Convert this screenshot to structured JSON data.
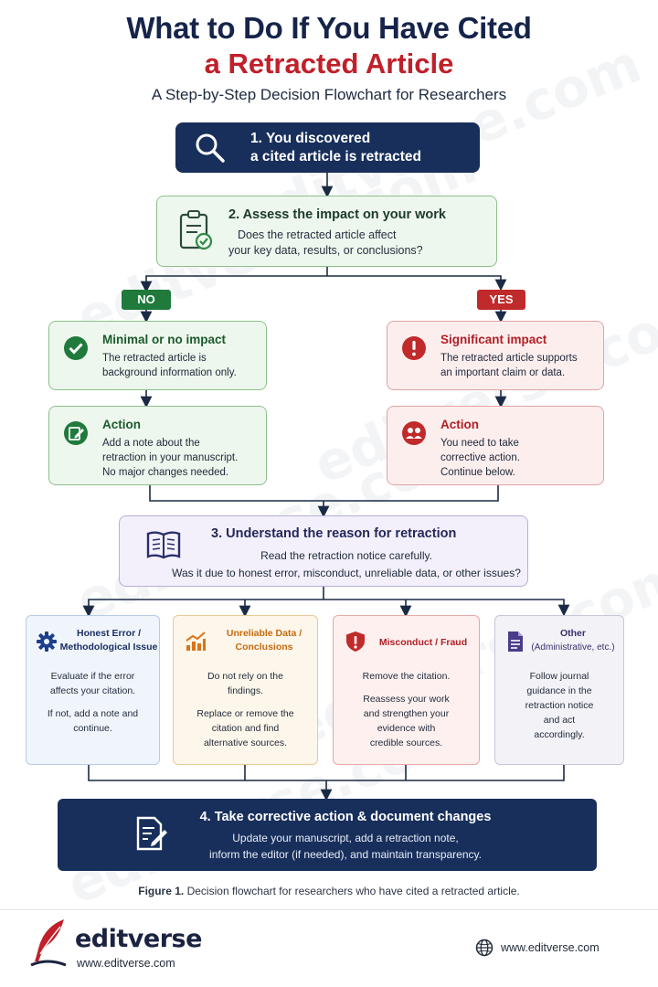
{
  "title_line1": "What to Do If You Have Cited",
  "title_line2": "a Retracted Article",
  "subtitle": "A Step-by-Step Decision Flowchart for Researchers",
  "step1": {
    "line1": "1. You discovered",
    "line2": "a cited article is retracted"
  },
  "step2": {
    "title": "2. Assess the impact on your work",
    "question_line1": "Does the retracted article affect",
    "question_line2": "your key data, results, or conclusions?"
  },
  "branch_no": "NO",
  "branch_yes": "YES",
  "no_impact": {
    "title": "Minimal or no impact",
    "line1": "The retracted article is",
    "line2": "background information only."
  },
  "no_action": {
    "title": "Action",
    "line1": "Add a note about the",
    "line2": "retraction in your manuscript.",
    "line3": "No major changes needed."
  },
  "yes_impact": {
    "title": "Significant impact",
    "line1": "The retracted article supports",
    "line2": "an important claim or data."
  },
  "yes_action": {
    "title": "Action",
    "line1": "You need to take",
    "line2": "corrective action.",
    "line3": "Continue below."
  },
  "step3": {
    "title": "3. Understand the reason for retraction",
    "line1": "Read the retraction notice carefully.",
    "line2": "Was it due to honest error, misconduct, unreliable data, or other issues?"
  },
  "reasons": [
    {
      "head1": "Honest Error /",
      "head2": "Methodological Issue",
      "p1a": "Evaluate if the error",
      "p1b": "affects your citation.",
      "p2a": "If not, add a note and",
      "p2b": "continue.",
      "p2c": ""
    },
    {
      "head1": "Unreliable Data /",
      "head2": "Conclusions",
      "p1a": "Do not rely on the",
      "p1b": "findings.",
      "p2a": "Replace or remove the",
      "p2b": "citation and find",
      "p2c": "alternative sources."
    },
    {
      "head1": "Misconduct / Fraud",
      "head2": "",
      "p1a": "Remove the citation.",
      "p1b": "",
      "p2a": "Reassess your work",
      "p2b": "and strengthen your",
      "p2c": "evidence with",
      "p2d": "credible sources."
    },
    {
      "head1": "Other",
      "head2": "(Administrative, etc.)",
      "p1a": "Follow journal",
      "p1b": "guidance in the",
      "p1c": "retraction notice",
      "p1d": "and act",
      "p1e": "accordingly."
    }
  ],
  "step4": {
    "title": "4. Take corrective action & document changes",
    "line1": "Update your manuscript, add a retraction note,",
    "line2": "inform the editor (if needed), and maintain transparency."
  },
  "caption": {
    "label": "Figure 1.",
    "text": "Decision flowchart for researchers who have cited a retracted article."
  },
  "footer": {
    "brand": "editverse",
    "brand_url": "www.editverse.com",
    "site": "www.editverse.com"
  },
  "watermark": "editverse.com",
  "icons": [
    "search-icon",
    "clipboard-check-icon",
    "check-circle-icon",
    "alert-icon",
    "edit-icon",
    "people-icon",
    "book-icon",
    "gear-icon",
    "chart-icon",
    "shield-icon",
    "document-icon",
    "pen-document-icon",
    "quill-logo-icon",
    "globe-icon"
  ],
  "colors": {
    "navy": "#182f5c",
    "red": "#c0202a",
    "green": "#1f7a3c",
    "orange": "#c56a10",
    "purple": "#3d2f6b"
  }
}
